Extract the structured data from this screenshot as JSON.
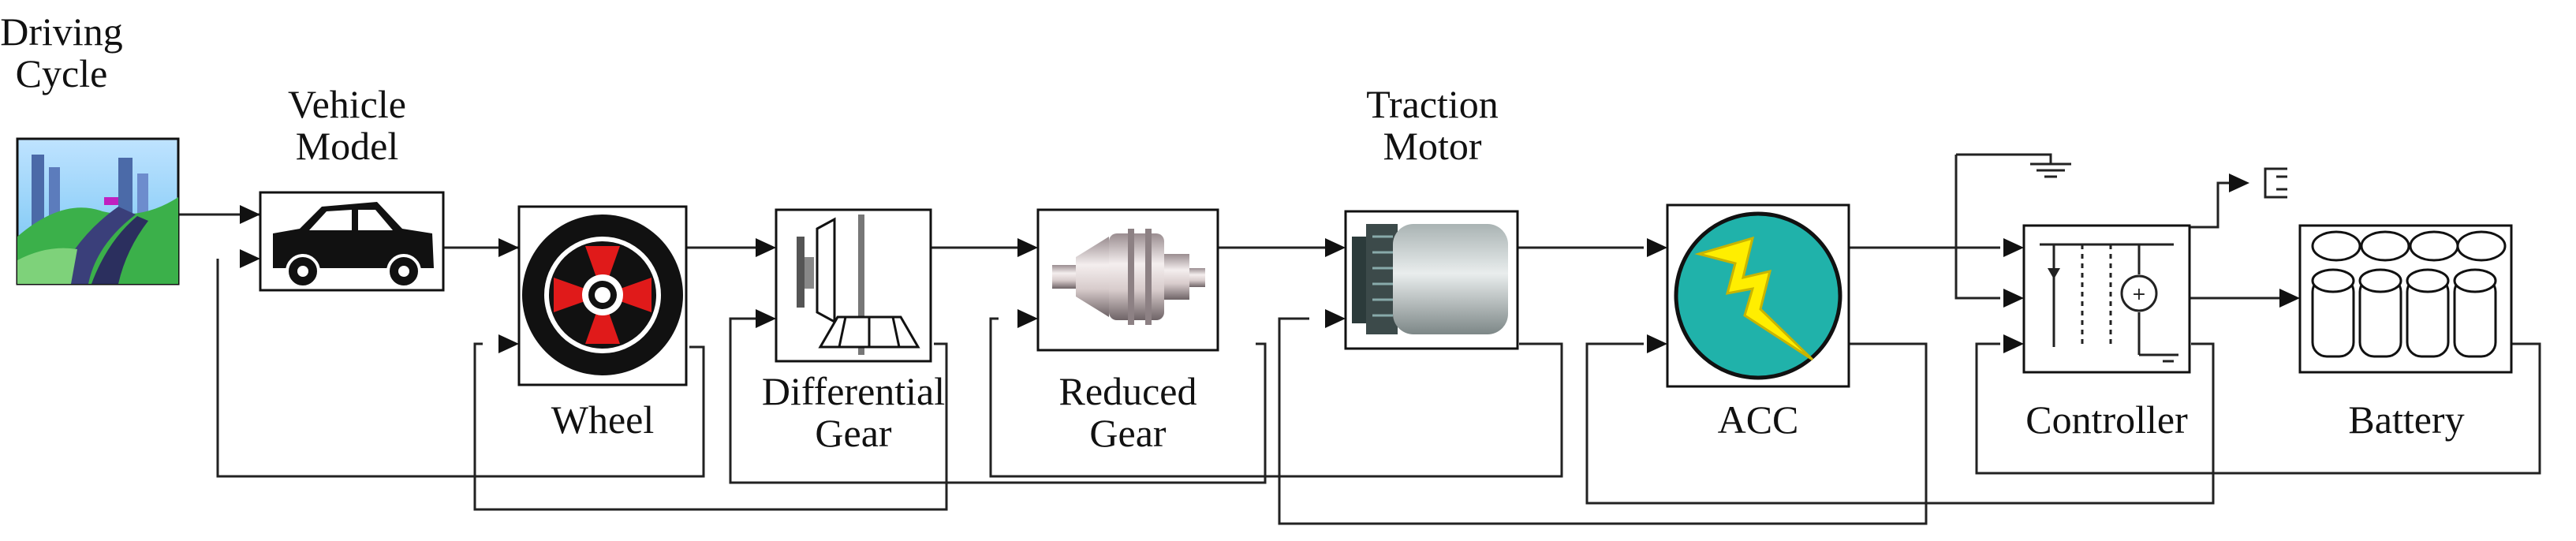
{
  "blocks": {
    "driving_cycle": {
      "label_line1": "Driving",
      "label_line2": "Cycle"
    },
    "vehicle_model": {
      "label_line1": "Vehicle",
      "label_line2": "Model"
    },
    "wheel": {
      "label": "Wheel"
    },
    "differential_gear": {
      "label_line1": "Differential",
      "label_line2": "Gear"
    },
    "reduced_gear": {
      "label_line1": "Reduced",
      "label_line2": "Gear"
    },
    "traction_motor": {
      "label_line1": "Traction",
      "label_line2": "Motor"
    },
    "acc": {
      "label": "ACC"
    },
    "controller": {
      "label": "Controller"
    },
    "battery": {
      "label": "Battery"
    }
  },
  "colors": {
    "wheel_red": "#e01a1a",
    "acc_teal": "#20b2aa",
    "lightning_yellow": "#ffee00",
    "line": "#222222"
  }
}
